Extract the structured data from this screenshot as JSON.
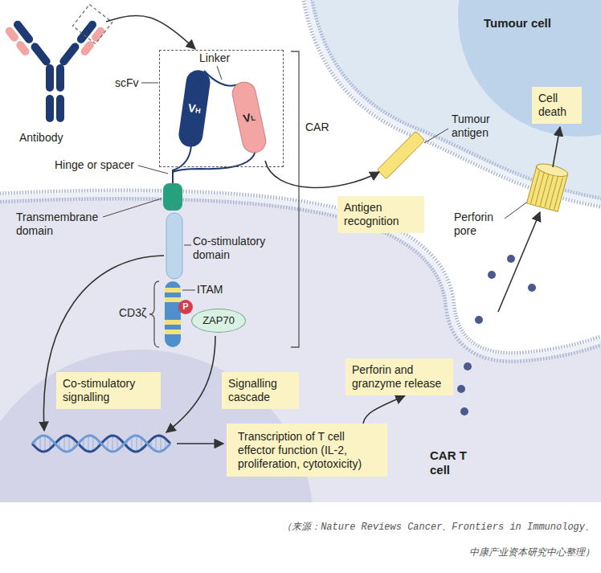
{
  "diagram": {
    "caption": "（来源：Nature Reviews Cancer、Frontiers in Immunology、 中康产业资本研究中心整理）",
    "nodes": [
      {
        "text": [
          "Antibody"
        ]
      },
      {
        "text": [
          "scFv"
        ]
      },
      {
        "text": [
          "VH"
        ],
        "in": 1
      },
      {
        "text": [
          "VL"
        ],
        "in": 1
      },
      {
        "text": [
          "Tumour cell"
        ]
      },
      {
        "text": [
          "Cell death"
        ],
        "in": 4
      },
      {
        "text": [
          "Antigen recognition"
        ]
      },
      {
        "text": [
          "CAR T cell"
        ]
      },
      {
        "text": [
          "P"
        ],
        "in": 7
      },
      {
        "text": [
          "ZAP70"
        ],
        "in": 7
      },
      {
        "text": [
          "Co-stimulatory signalling"
        ],
        "in": 7
      },
      {
        "text": [
          "Signalling cascade"
        ],
        "in": 7
      },
      {
        "text": [
          "Transcription of T cell effector function (IL-2, proliferation, cytotoxicity)"
        ],
        "in": 7
      },
      {
        "text": [
          "Perforin and granzyme release"
        ],
        "in": 7
      }
    ],
    "edges": [
      {
        "from": 0,
        "to": 1,
        "arrow": "to"
      },
      {
        "from": 12,
        "to": 13,
        "arrow": "to"
      }
    ],
    "labels": [
      "Linker",
      "CAR",
      "Tumour antigen",
      "Hinge or spacer",
      "Transmembrane domain",
      "Co-stimulatory domain",
      "ITAM",
      "CD3ζ",
      "Perforin pore"
    ]
  }
}
